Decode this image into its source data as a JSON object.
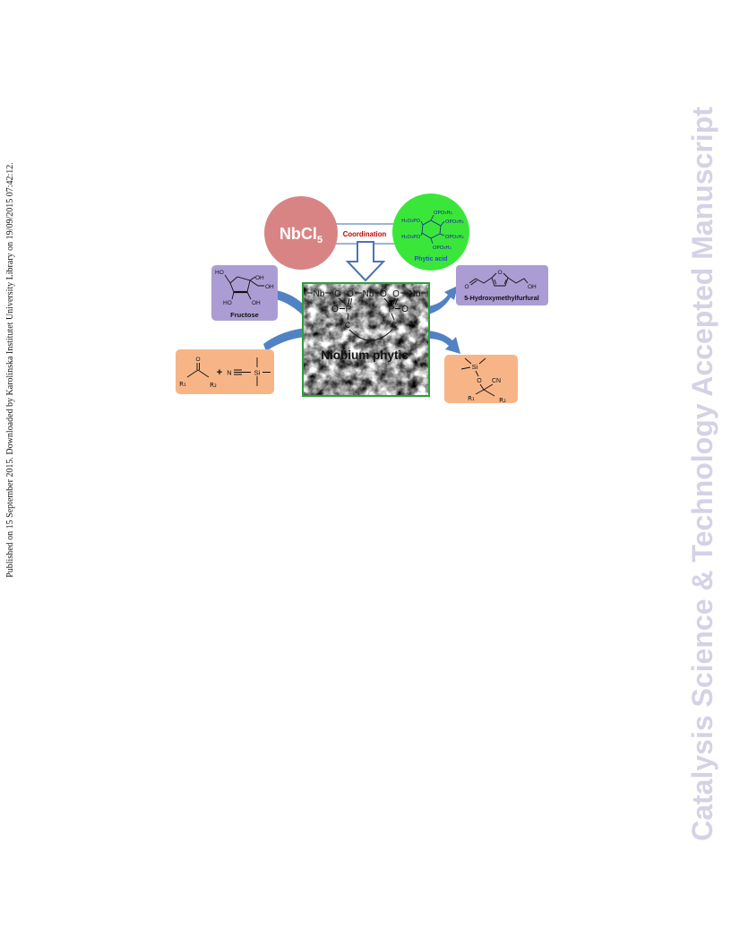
{
  "page": {
    "side_note": "Published on 15 September 2015. Downloaded by Karolinska Institutet University Library on 19/09/2015 07:42:12.",
    "watermark": "Catalysis Science & Technology Accepted Manuscript"
  },
  "figure": {
    "precursor": {
      "main": "NbCl",
      "sub": "5"
    },
    "link_label": "Coordination",
    "ligand": {
      "name": "Phytic acid",
      "substituents": [
        "OPO₃H₂",
        "H₂O₃PO",
        "OPO₃H₂",
        "H₂O₃PO",
        "OPO₃H₂",
        "OPO₃H₂"
      ]
    },
    "catalyst": {
      "name": "Niobium phytic",
      "top_row": [
        "Nb",
        "O",
        "O",
        "Nb",
        "O",
        "O",
        "Nb"
      ],
      "left_p": [
        "O",
        "P"
      ],
      "right_p": [
        "P",
        "O"
      ],
      "carbons": [
        "C",
        "C"
      ]
    },
    "fructose": {
      "name": "Fructose",
      "groups": [
        "HO",
        "OH",
        "OH",
        "HO",
        "OH"
      ]
    },
    "hmf": {
      "name": "5-Hydroxymethylfurfural",
      "atoms": [
        "O",
        "O",
        "OH"
      ]
    },
    "reactants": {
      "atoms": [
        "O",
        "R₁",
        "R₂",
        "+",
        "N",
        "Si"
      ]
    },
    "product": {
      "atoms": [
        "Si",
        "O",
        "CN",
        "R₁",
        "R₂"
      ]
    }
  },
  "colors": {
    "nbcl5_circle": "#d98484",
    "phytic_circle": "#3be63b",
    "purple_box": "#ab9dd4",
    "orange_box": "#f7b587",
    "arrow_blue": "#5182c4",
    "sem_border": "#2e9e3e",
    "coordination_text": "#c00000",
    "watermark_text": "#d4d2e6"
  }
}
